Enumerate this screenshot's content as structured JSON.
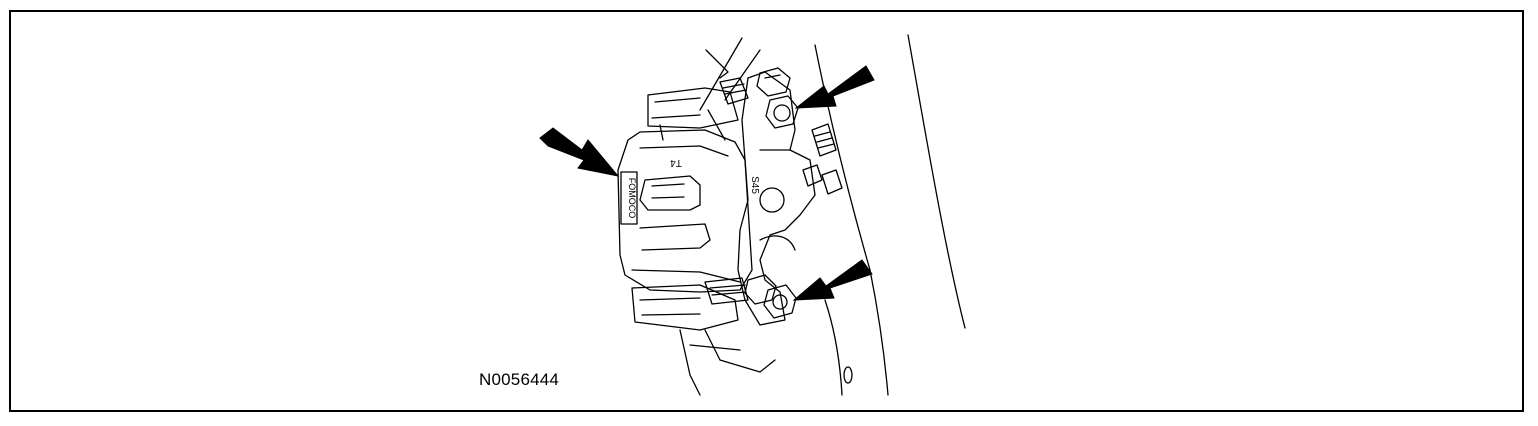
{
  "figure": {
    "id_label": "N0056444",
    "caliper_stamps": {
      "brand": "FOMOCO",
      "code_a": "T4",
      "code_b": "S45"
    },
    "callouts": [
      "arrow-caliper",
      "arrow-upper-bolt",
      "arrow-lower-bolt"
    ],
    "colors": {
      "line": "#000000",
      "background": "#ffffff"
    }
  }
}
